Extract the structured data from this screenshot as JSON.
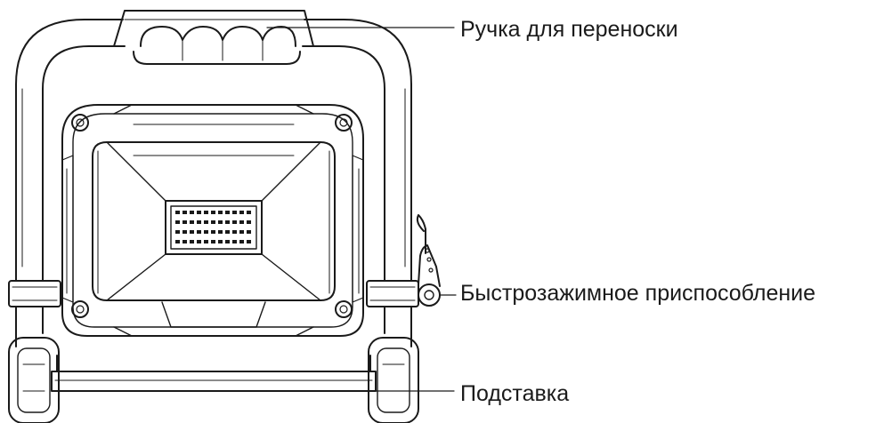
{
  "diagram": {
    "callouts": {
      "handle": "Ручка для переноски",
      "clamp": "Быстрозажимное приспособление",
      "stand": "Подставка"
    },
    "colors": {
      "line": "#1a1a1a",
      "background": "#ffffff"
    }
  }
}
